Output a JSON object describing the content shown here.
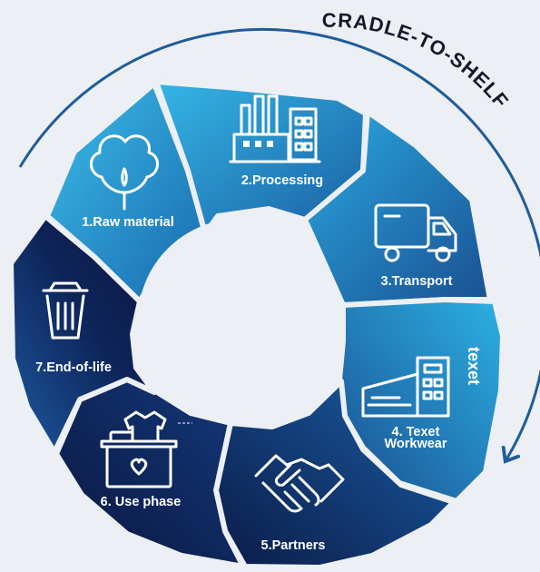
{
  "title": "CRADLE-TO-SHELF",
  "segments": [
    {
      "label": "1.Raw material",
      "icon": "cotton-icon"
    },
    {
      "label": "2.Processing",
      "icon": "factory-icon"
    },
    {
      "label": "3.Transport",
      "icon": "truck-icon"
    },
    {
      "label": "4. Texet",
      "label2": "Workwear",
      "icon": "building-icon",
      "brand": "texet"
    },
    {
      "label": "5.Partners",
      "icon": "handshake-icon"
    },
    {
      "label": "6. Use phase",
      "icon": "clothes-box-icon"
    },
    {
      "label": "7.End-of-life",
      "icon": "trash-bin-icon"
    }
  ],
  "colors": {
    "background": "#eceff3",
    "light_blue": "#2aaee0",
    "mid_blue": "#1a6fb2",
    "navy": "#0b1b47",
    "arrow": "#1f5c9a",
    "title": "#15182b"
  }
}
